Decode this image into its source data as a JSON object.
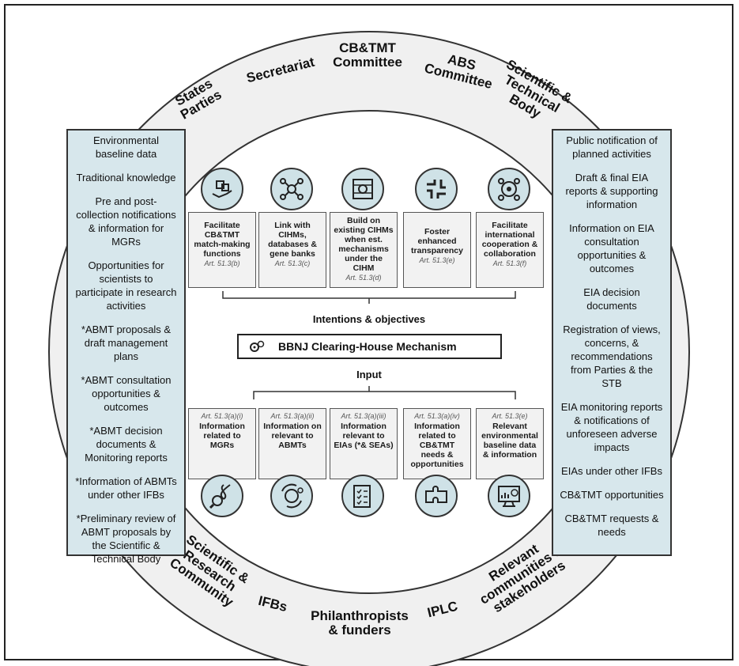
{
  "ring_labels_top": [
    "States\nParties",
    "Secretariat",
    "CB&TMT\nCommittee",
    "ABS\nCommittee",
    "Scientific &\nTechnical\nBody"
  ],
  "ring_labels_bottom": [
    "Scientific &\nResearch\nCommunity",
    "IFBs",
    "Philanthropists\n& funders",
    "IPLC",
    "Relevant\ncommunities &\nstakeholders"
  ],
  "left_panel": [
    "Environmental baseline data",
    "Traditional knowledge",
    "Pre and post-collection notifications & information for MGRs",
    "Opportunities for scientists to participate in research activities",
    "*ABMT proposals & draft management plans",
    "*ABMT consultation opportunities & outcomes",
    "*ABMT decision documents & Monitoring reports",
    "*Information of ABMTs under other IFBs",
    "*Preliminary review of ABMT proposals by the Scientific & Technical Body"
  ],
  "right_panel": [
    "Public notification of planned activities",
    "Draft & final EIA reports & supporting information",
    "Information on EIA consultation opportunities & outcomes",
    "EIA decision documents",
    "Registration of views, concerns, & recommendations from Parties & the STB",
    "EIA monitoring reports & notifications of unforeseen adverse impacts",
    "EIAs under other IFBs",
    "CB&TMT opportunities",
    "CB&TMT requests & needs"
  ],
  "objectives": [
    {
      "title": "Facilitate CB&TMT match-making functions",
      "art": "Art. 51.3(b)",
      "icon": "handshake-puzzle-icon"
    },
    {
      "title": "Link with CIHMs, databases & gene banks",
      "art": "Art. 51.3(c)",
      "icon": "network-nodes-icon"
    },
    {
      "title": "Build on existing CIHMs when est. mechanisms under the CIHM",
      "art": "Art. 51.3(d)",
      "icon": "build-gears-icon"
    },
    {
      "title": "Foster enhanced transparency",
      "art": "Art. 51.3(e)",
      "icon": "hands-together-icon"
    },
    {
      "title": "Facilitate international cooperation & collaboration",
      "art": "Art. 51.3(f)",
      "icon": "people-eye-icon"
    }
  ],
  "intentions_label": "Intentions & objectives",
  "chm_label": "BBNJ Clearing-House Mechanism",
  "input_label": "Input",
  "inputs": [
    {
      "art": "Art. 51.3(a)(i)",
      "title": "Information related to MGRs",
      "icon": "dna-magnifier-icon"
    },
    {
      "art": "Art. 51.3(a)(ii)",
      "title": "Information on relevant to ABMTs",
      "icon": "globe-cycle-icon"
    },
    {
      "art": "Art. 51.3(a)(iii)",
      "title": "Information relevant to EIAs (*& SEAs)",
      "icon": "checklist-icon"
    },
    {
      "art": "Art. 51.3(a)(iv)",
      "title": "Information related to CB&TMT needs & opportunities",
      "icon": "puzzle-pieces-icon"
    },
    {
      "art": "Art. 51.3(e)",
      "title": "Relevant environmental baseline data & information",
      "icon": "dashboard-chart-icon"
    }
  ]
}
